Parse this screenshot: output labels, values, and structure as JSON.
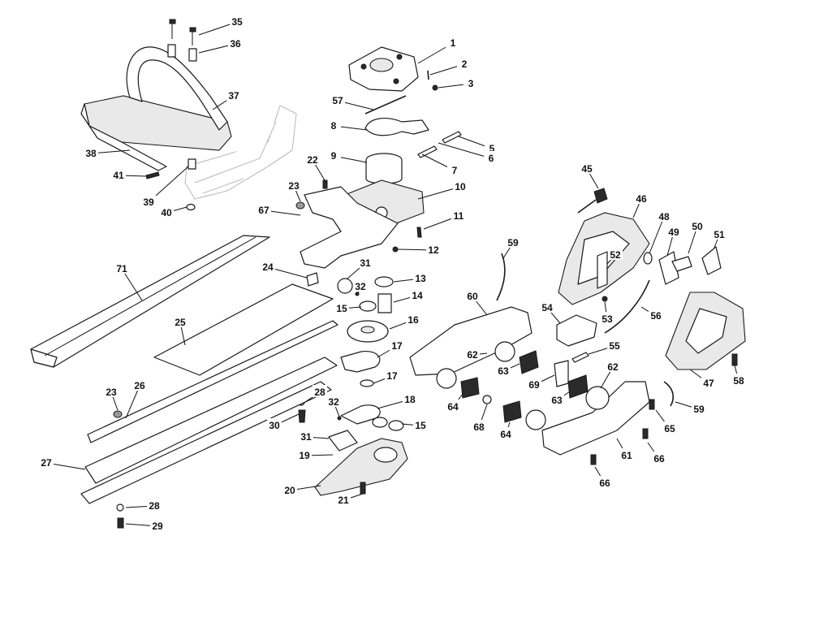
{
  "labels": [
    {
      "n": "1"
    },
    {
      "n": "2"
    },
    {
      "n": "3"
    },
    {
      "n": "5"
    },
    {
      "n": "6"
    },
    {
      "n": "7"
    },
    {
      "n": "8"
    },
    {
      "n": "9"
    },
    {
      "n": "10"
    },
    {
      "n": "11"
    },
    {
      "n": "12"
    },
    {
      "n": "13"
    },
    {
      "n": "14"
    },
    {
      "n": "15"
    },
    {
      "n": "15"
    },
    {
      "n": "16"
    },
    {
      "n": "17"
    },
    {
      "n": "17"
    },
    {
      "n": "18"
    },
    {
      "n": "19"
    },
    {
      "n": "20"
    },
    {
      "n": "21"
    },
    {
      "n": "22"
    },
    {
      "n": "23"
    },
    {
      "n": "23"
    },
    {
      "n": "24"
    },
    {
      "n": "25"
    },
    {
      "n": "26"
    },
    {
      "n": "27"
    },
    {
      "n": "28"
    },
    {
      "n": "28"
    },
    {
      "n": "29"
    },
    {
      "n": "30"
    },
    {
      "n": "31"
    },
    {
      "n": "31"
    },
    {
      "n": "32"
    },
    {
      "n": "32"
    },
    {
      "n": "35"
    },
    {
      "n": "36"
    },
    {
      "n": "37"
    },
    {
      "n": "38"
    },
    {
      "n": "39"
    },
    {
      "n": "40"
    },
    {
      "n": "41"
    },
    {
      "n": "45"
    },
    {
      "n": "46"
    },
    {
      "n": "47"
    },
    {
      "n": "48"
    },
    {
      "n": "49"
    },
    {
      "n": "50"
    },
    {
      "n": "51"
    },
    {
      "n": "52"
    },
    {
      "n": "53"
    },
    {
      "n": "54"
    },
    {
      "n": "55"
    },
    {
      "n": "56"
    },
    {
      "n": "57"
    },
    {
      "n": "58"
    },
    {
      "n": "59"
    },
    {
      "n": "59"
    },
    {
      "n": "60"
    },
    {
      "n": "61"
    },
    {
      "n": "62"
    },
    {
      "n": "62"
    },
    {
      "n": "63"
    },
    {
      "n": "63"
    },
    {
      "n": "64"
    },
    {
      "n": "64"
    },
    {
      "n": "65"
    },
    {
      "n": "66"
    },
    {
      "n": "66"
    },
    {
      "n": "67"
    },
    {
      "n": "68"
    },
    {
      "n": "69"
    },
    {
      "n": "71"
    }
  ]
}
